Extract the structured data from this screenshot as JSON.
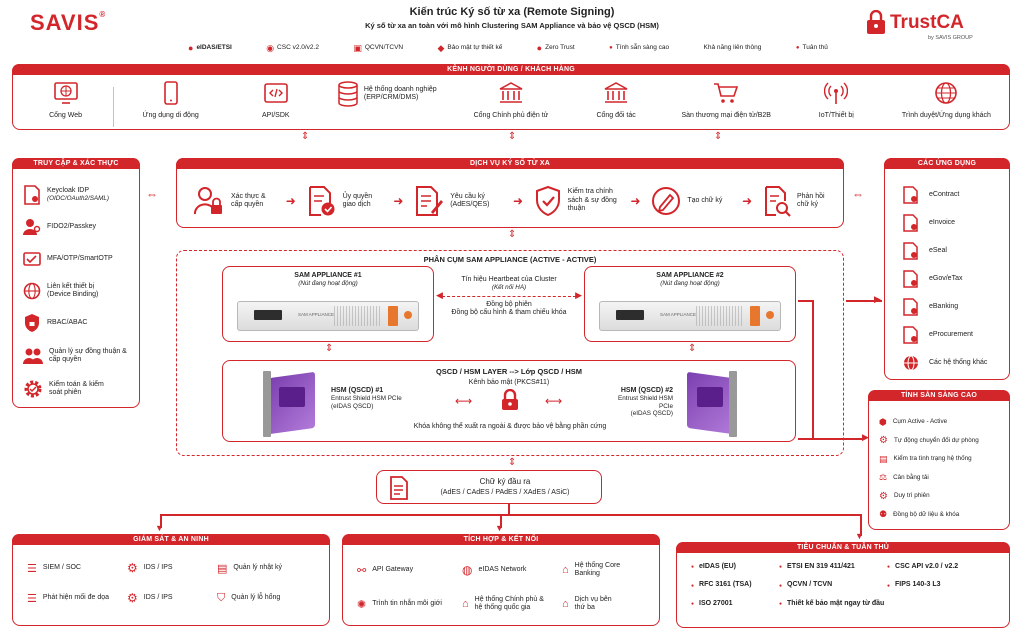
{
  "brand": {
    "left_logo": "SAVIS",
    "right_logo": "TrustCA",
    "right_sub": "by SAVIS GROUP"
  },
  "header": {
    "title": "Kiến trúc Ký số từ xa (Remote Signing)",
    "subtitle": "Ký số từ xa an toàn với mô hình Clustering SAM Appliance và bảo vệ QSCD (HSM)"
  },
  "standards_bar": [
    "eIDAS/ETSI",
    "CSC v2.0/v2.2",
    "QCVN/TCVN",
    "Bảo mật tự thiết kế",
    "Zero Trust",
    "Tính sẵn sàng cao",
    "Khả năng liên thông",
    "Tuân thủ"
  ],
  "channels": {
    "title": "KÊNH NGƯỜI DÙNG / KHÁCH HÀNG",
    "items": [
      "Cổng Web",
      "Ứng dụng di động",
      "API/SDK",
      "Hệ thống doanh nghiệp (ERP/CRM/DMS)",
      "Cổng Chính phủ điện tử",
      "Cổng đối tác",
      "Sàn thương mại điện tử/B2B",
      "IoT/Thiết bị",
      "Trình duyệt/Ứng dụng khách"
    ]
  },
  "access": {
    "title": "TRUY CẬP & XÁC THỰC",
    "items": [
      {
        "label": "Keycloak IDP",
        "sub": "(OIDC/OAuth2/SAML)"
      },
      {
        "label": "FIDO2/Passkey",
        "sub": ""
      },
      {
        "label": "MFA/OTP/SmartOTP",
        "sub": ""
      },
      {
        "label": "Liên kết thiết bị",
        "sub": "(Device Binding)"
      },
      {
        "label": "RBAC/ABAC",
        "sub": ""
      },
      {
        "label": "Quản lý sự đồng thuận & cấp quyền",
        "sub": ""
      },
      {
        "label": "Kiểm toán & kiểm soát phiên",
        "sub": ""
      }
    ]
  },
  "service": {
    "title": "DỊCH VỤ KÝ SỐ TỪ XA",
    "steps": [
      "Xác thực & cấp quyền",
      "Ủy quyền giao dịch",
      "Yêu cầu ký (AdES/QES)",
      "Kiểm tra chính sách & sự đồng thuận",
      "Tạo chữ ký",
      "Phản hồi chữ ký"
    ]
  },
  "apps": {
    "title": "CÁC ỨNG DỤNG",
    "items": [
      "eContract",
      "eInvoice",
      "eSeal",
      "eGov/eTax",
      "eBanking",
      "eProcurement",
      "Các hệ thống khác"
    ]
  },
  "cluster": {
    "title": "PHÂN CỤM SAM APPLIANCE (ACTIVE - ACTIVE)",
    "sam1": {
      "name": "SAM APPLIANCE #1",
      "status": "(Nút đang hoạt động)"
    },
    "sam2": {
      "name": "SAM APPLIANCE #2",
      "status": "(Nút đang hoạt động)"
    },
    "heartbeat": "Tín hiệu Heartbeat của Cluster",
    "ha": "(Kết nối HA)",
    "sync1": "Đồng bộ phiên",
    "sync2": "Đồng bộ cấu hình & tham chiếu khóa",
    "server_label": "SAM APPLIANCE"
  },
  "hsm_layer": {
    "title": "QSCD / HSM LAYER --> Lớp QSCD / HSM",
    "channel": "Kênh bảo mật (PKCS#11)",
    "hsm1": {
      "name": "HSM (QSCD) #1",
      "model": "Entrust Shield HSM PCIe",
      "cert": "(eIDAS QSCD)"
    },
    "hsm2": {
      "name": "HSM (QSCD) #2",
      "model": "Entrust Shield HSM PCIe",
      "cert": "(eIDAS QSCD)"
    },
    "note": "Khóa không thể xuất ra ngoài & được bảo vệ bằng phần cứng"
  },
  "ha_panel": {
    "title": "TÍNH SẴN SÀNG CAO",
    "items": [
      "Cụm Active - Active",
      "Tự động chuyển đổi dự phòng",
      "Kiểm tra tình trạng hệ thống",
      "Cân bằng tải",
      "Duy trì phiên",
      "Đồng bộ dữ liệu & khóa"
    ]
  },
  "output": {
    "title": "Chữ ký đầu ra",
    "formats": "(AdES / CAdES / PAdES / XAdES / ASiC)"
  },
  "monitoring": {
    "title": "GIÁM SÁT & AN NINH",
    "items": [
      "SIEM / SOC",
      "IDS / IPS",
      "Quản lý nhật ký",
      "Phát hiện mối đe dọa",
      "IDS / IPS",
      "Quản lý lỗ hổng"
    ]
  },
  "integration": {
    "title": "TÍCH HỢP & KẾT NỐI",
    "items": [
      "API Gateway",
      "eIDAS Network",
      "Hệ thống Core Banking",
      "Trình tin nhắn môi giới",
      "Hệ thống Chính phủ & hệ thống quốc gia",
      "Dịch vụ bên thứ ba"
    ]
  },
  "compliance": {
    "title": "TIÊU CHUẨN & TUÂN THỦ",
    "items": [
      "eIDAS (EU)",
      "ETSI EN 319 411/421",
      "CSC API v2.0 / v2.2",
      "RFC 3161 (TSA)",
      "QCVN / TCVN",
      "FIPS 140-3 L3",
      "ISO 27001",
      "Thiết kế bảo mật ngay từ đầu"
    ]
  }
}
